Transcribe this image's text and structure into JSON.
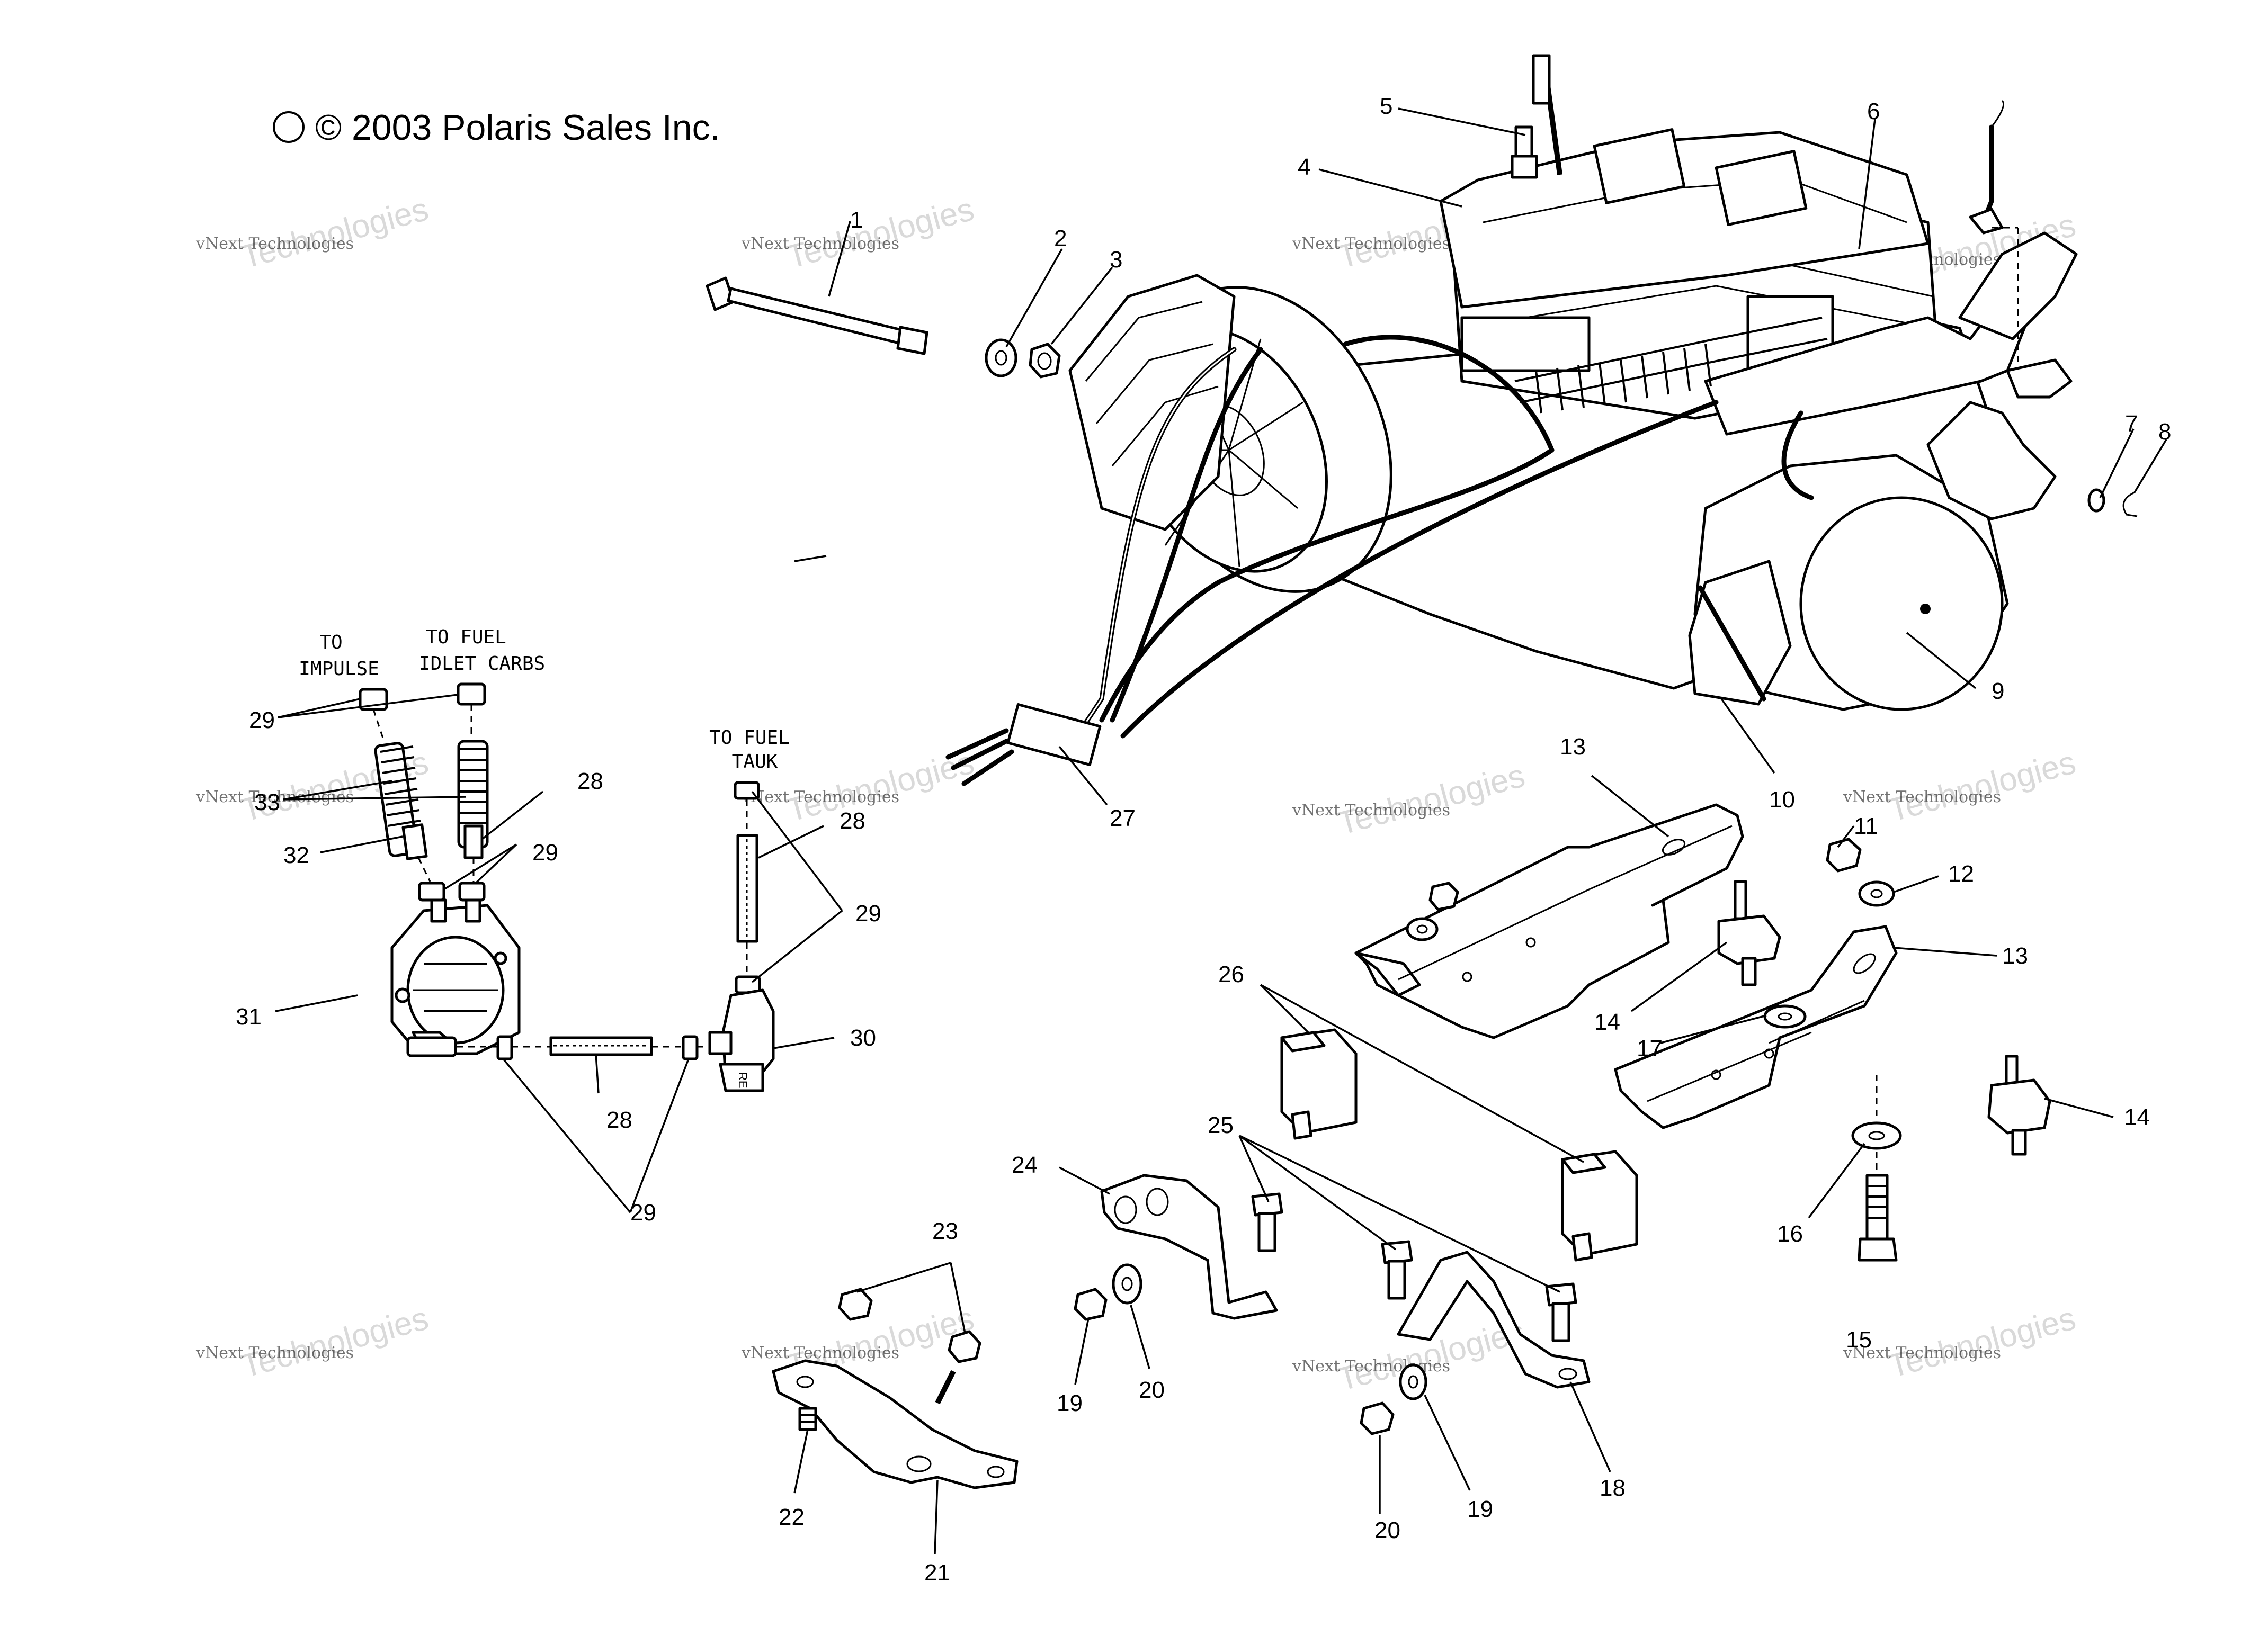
{
  "copyright": "© 2003 Polaris Sales Inc.",
  "watermark": {
    "line1": "vNext Technologies",
    "line2": "vNext",
    "line3": "Technologies"
  },
  "notes": {
    "to_impulse": [
      "TO",
      "IMPULSE"
    ],
    "to_fuel_idlet": [
      "TO FUEL",
      "IDLET CARBS"
    ],
    "to_fuel_tank": [
      "TO FUEL",
      "TAUK"
    ]
  },
  "callouts": [
    {
      "n": "1"
    },
    {
      "n": "2"
    },
    {
      "n": "3"
    },
    {
      "n": "4"
    },
    {
      "n": "5"
    },
    {
      "n": "6"
    },
    {
      "n": "7"
    },
    {
      "n": "8"
    },
    {
      "n": "9"
    },
    {
      "n": "10"
    },
    {
      "n": "11"
    },
    {
      "n": "12"
    },
    {
      "n": "13"
    },
    {
      "n": "13"
    },
    {
      "n": "14"
    },
    {
      "n": "14"
    },
    {
      "n": "15"
    },
    {
      "n": "16"
    },
    {
      "n": "17"
    },
    {
      "n": "18"
    },
    {
      "n": "19"
    },
    {
      "n": "19"
    },
    {
      "n": "20"
    },
    {
      "n": "20"
    },
    {
      "n": "21"
    },
    {
      "n": "22"
    },
    {
      "n": "23"
    },
    {
      "n": "24"
    },
    {
      "n": "25"
    },
    {
      "n": "26"
    },
    {
      "n": "27"
    },
    {
      "n": "28"
    },
    {
      "n": "28"
    },
    {
      "n": "28"
    },
    {
      "n": "29"
    },
    {
      "n": "29"
    },
    {
      "n": "29"
    },
    {
      "n": "29"
    },
    {
      "n": "30"
    },
    {
      "n": "31"
    },
    {
      "n": "32"
    },
    {
      "n": "33"
    }
  ]
}
